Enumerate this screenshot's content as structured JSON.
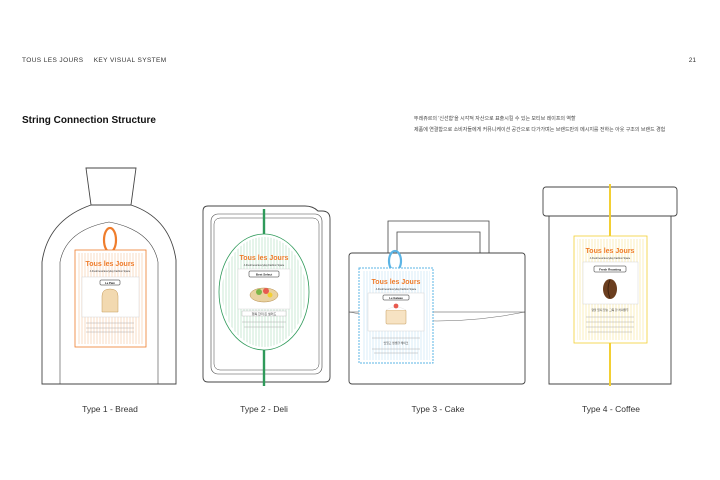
{
  "header": {
    "brand": "TOUS LES JOURS",
    "subtitle": "KEY VISUAL SYSTEM",
    "page_number": "21"
  },
  "section": {
    "title": "String Connection Structure",
    "desc_line1": "뚜레쥬르의 '신선함'을 시각적 자산으로 표출시킬 수 있는 모티브 레이프의 역할",
    "desc_line2": "제품에 연결함으로 소비자들에게 커뮤니케이션 공간으로 다가가며는 브랜드만의 메시지를 전하는 아웃 구조의 브랜드 경험"
  },
  "tags": {
    "brand": "Tous les Jours",
    "tagline": "A Freshness Everyday Fashion Space",
    "bread_badge": "Le Pain",
    "deli_badge": "Best Select",
    "cake_badge": "Le Gateau",
    "coffee_badge": "Fresh Roasting",
    "coffee_line1": "향을 잃지 않는 그윽 한 커피원두",
    "deli_line1": "행복 한끼 든 샐러드",
    "cake_line1": "맛있고 생생한 케이크"
  },
  "types": [
    {
      "label": "Type 1 - Bread"
    },
    {
      "label": "Type 2 - Deli"
    },
    {
      "label": "Type 3 - Cake"
    },
    {
      "label": "Type 4 - Coffee"
    }
  ],
  "colors": {
    "bread": "#ef7d2c",
    "deli": "#2f9a5a",
    "cake": "#5bb4e5",
    "coffee": "#f3cf33",
    "outline": "#444444",
    "text_dark": "#111111"
  }
}
